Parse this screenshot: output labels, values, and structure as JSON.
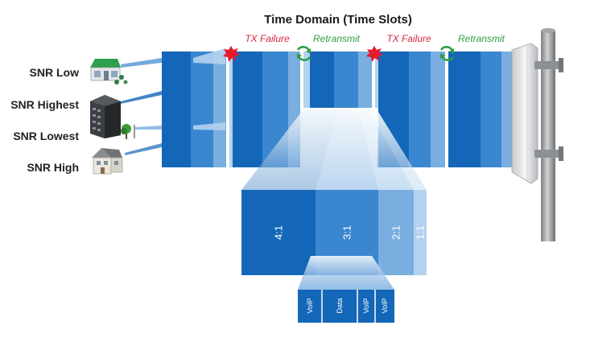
{
  "title": "Time Domain (Time Slots)",
  "event_labels": [
    {
      "text": "TX Failure",
      "color": "#d7263d"
    },
    {
      "text": "Retransmit",
      "color": "#2ea043"
    },
    {
      "text": "TX Failure",
      "color": "#d7263d"
    },
    {
      "text": "Retransmit",
      "color": "#2ea043"
    }
  ],
  "clients": [
    {
      "label": "SNR Low",
      "icon": "store-icon"
    },
    {
      "label": "SNR Highest",
      "icon": "office-building-icon"
    },
    {
      "label": "SNR Lowest",
      "icon": "tree-house-icon"
    },
    {
      "label": "SNR High",
      "icon": "house-icon"
    }
  ],
  "ratios": [
    "4:1",
    "3:1",
    "2:1",
    "1:1"
  ],
  "traffic": [
    "VoIP",
    "Data",
    "VoIP",
    "VoIP"
  ],
  "colors": {
    "dark_blue": "#1467b8",
    "mid_blue": "#3a86cf",
    "light_blue": "#7aaee0",
    "pale_blue": "#b4d2ef",
    "fail_red": "#e8192c",
    "retransmit_green": "#2ea043"
  }
}
